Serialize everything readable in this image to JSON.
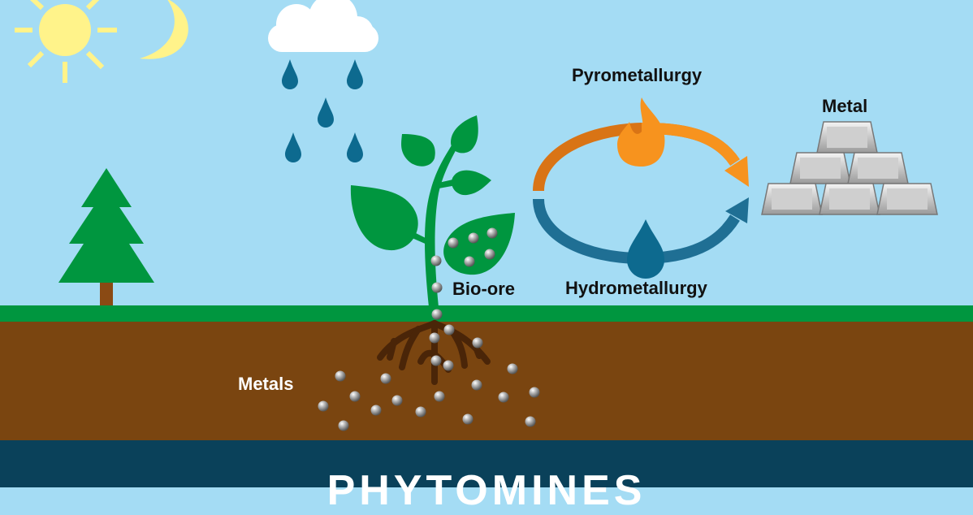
{
  "labels": {
    "pyrometallurgy": "Pyrometallurgy",
    "hydrometallurgy": "Hydrometallurgy",
    "metal": "Metal",
    "bio_ore": "Bio-ore",
    "metals": "Metals"
  },
  "banner": {
    "title": "PHYTOMINES"
  },
  "colors": {
    "sky": "#a4dcf4",
    "grass": "#00963f",
    "soil": "#7a4510",
    "banner": "#0a415a",
    "sun": "#fff38a",
    "water": "#0d6a8f",
    "pyro": "#f7931e",
    "hydro": "#1f6f94"
  }
}
